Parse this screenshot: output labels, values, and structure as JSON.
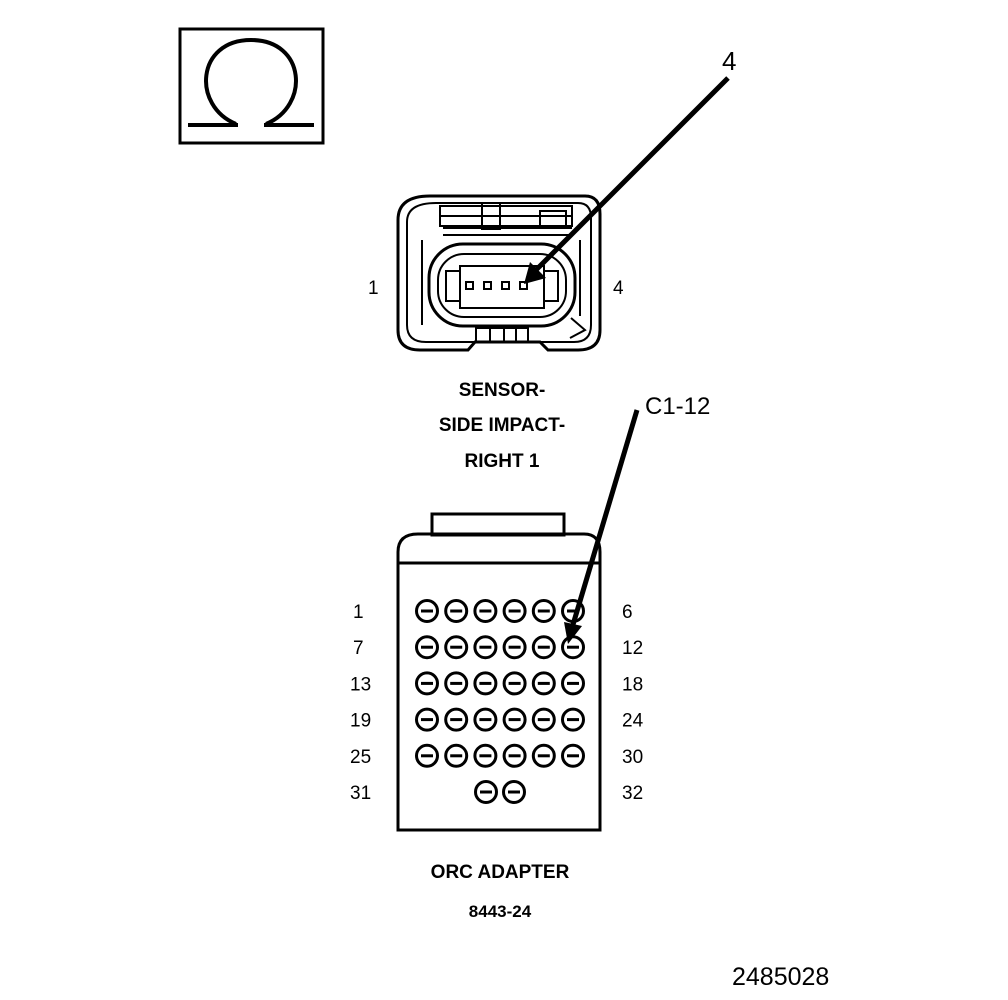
{
  "symbol": {
    "icon": "ohm-icon",
    "glyph": "Ω"
  },
  "sensor": {
    "pin_left": "1",
    "pin_right": "4",
    "callout": "4",
    "label_lines": [
      "SENSOR-",
      "SIDE IMPACT-",
      "RIGHT 1"
    ]
  },
  "adapter": {
    "callout": "C1-12",
    "rows": [
      {
        "left": "1",
        "right": "6",
        "pins": 6
      },
      {
        "left": "7",
        "right": "12",
        "pins": 6
      },
      {
        "left": "13",
        "right": "18",
        "pins": 6
      },
      {
        "left": "19",
        "right": "24",
        "pins": 6
      },
      {
        "left": "25",
        "right": "30",
        "pins": 6
      },
      {
        "left": "31",
        "right": "32",
        "pins": 2
      }
    ],
    "label_lines": [
      "ORC ADAPTER",
      "8443-24"
    ]
  },
  "figure_id": "2485028"
}
